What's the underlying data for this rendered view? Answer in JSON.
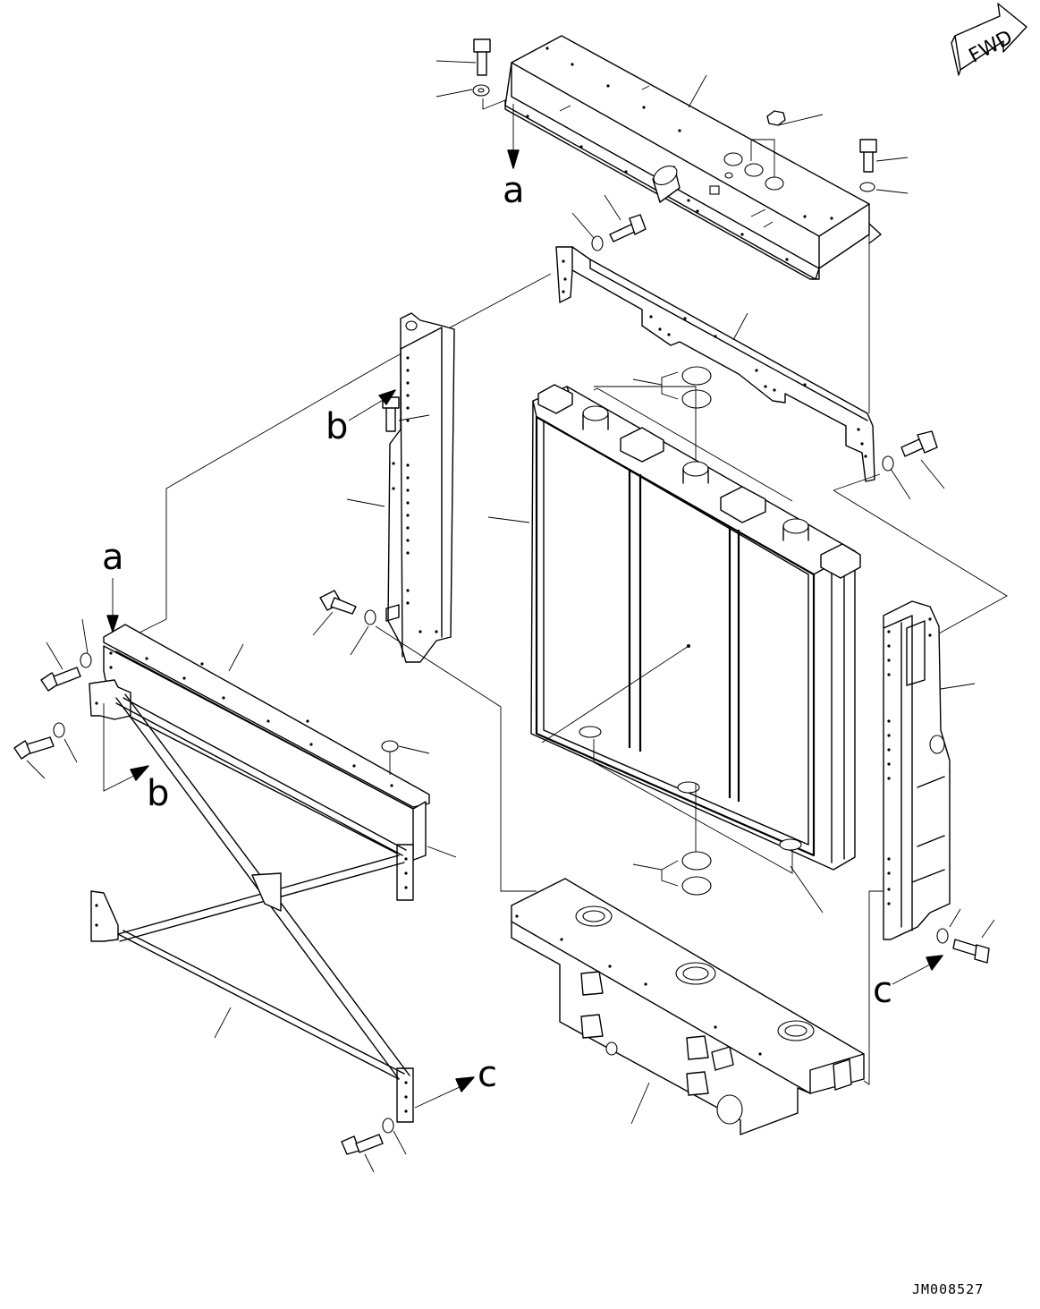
{
  "drawing": {
    "code": "JM008527",
    "fwd_label": "FWD",
    "view_refs": {
      "a": "a",
      "b": "b",
      "c": "c"
    }
  }
}
